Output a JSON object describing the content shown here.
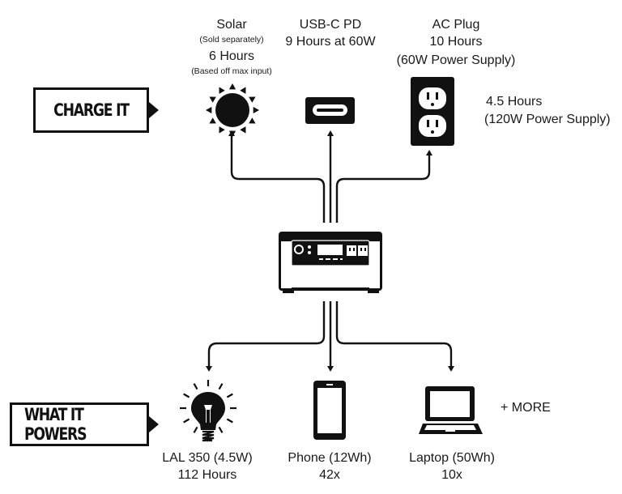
{
  "sections": {
    "charge": {
      "label": "CHARGE IT"
    },
    "powers": {
      "label": "WHAT IT POWERS"
    }
  },
  "charge_sources": [
    {
      "icon": "sun-icon",
      "title": "Solar",
      "note1": "(Sold separately)",
      "duration": "6 Hours",
      "note2": "(Based off max input)"
    },
    {
      "icon": "usb-c-icon",
      "title": "USB-C PD",
      "duration": "9 Hours at 60W"
    },
    {
      "icon": "ac-outlet-icon",
      "title": "AC Plug",
      "duration": "10 Hours",
      "supply": "(60W Power Supply)",
      "alt_duration": "4.5 Hours",
      "alt_supply": "(120W Power Supply)"
    }
  ],
  "center_device": {
    "icon": "power-station-icon"
  },
  "powered_devices": [
    {
      "icon": "light-bulb-icon",
      "name": "LAL 350 (4.5W)",
      "runtime": "112 Hours"
    },
    {
      "icon": "phone-icon",
      "name": "Phone (12Wh)",
      "runtime": "42x"
    },
    {
      "icon": "laptop-icon",
      "name": "Laptop (50Wh)",
      "runtime": "10x"
    }
  ],
  "more_label": "+ MORE",
  "colors": {
    "ink": "#111111",
    "background": "#ffffff"
  }
}
